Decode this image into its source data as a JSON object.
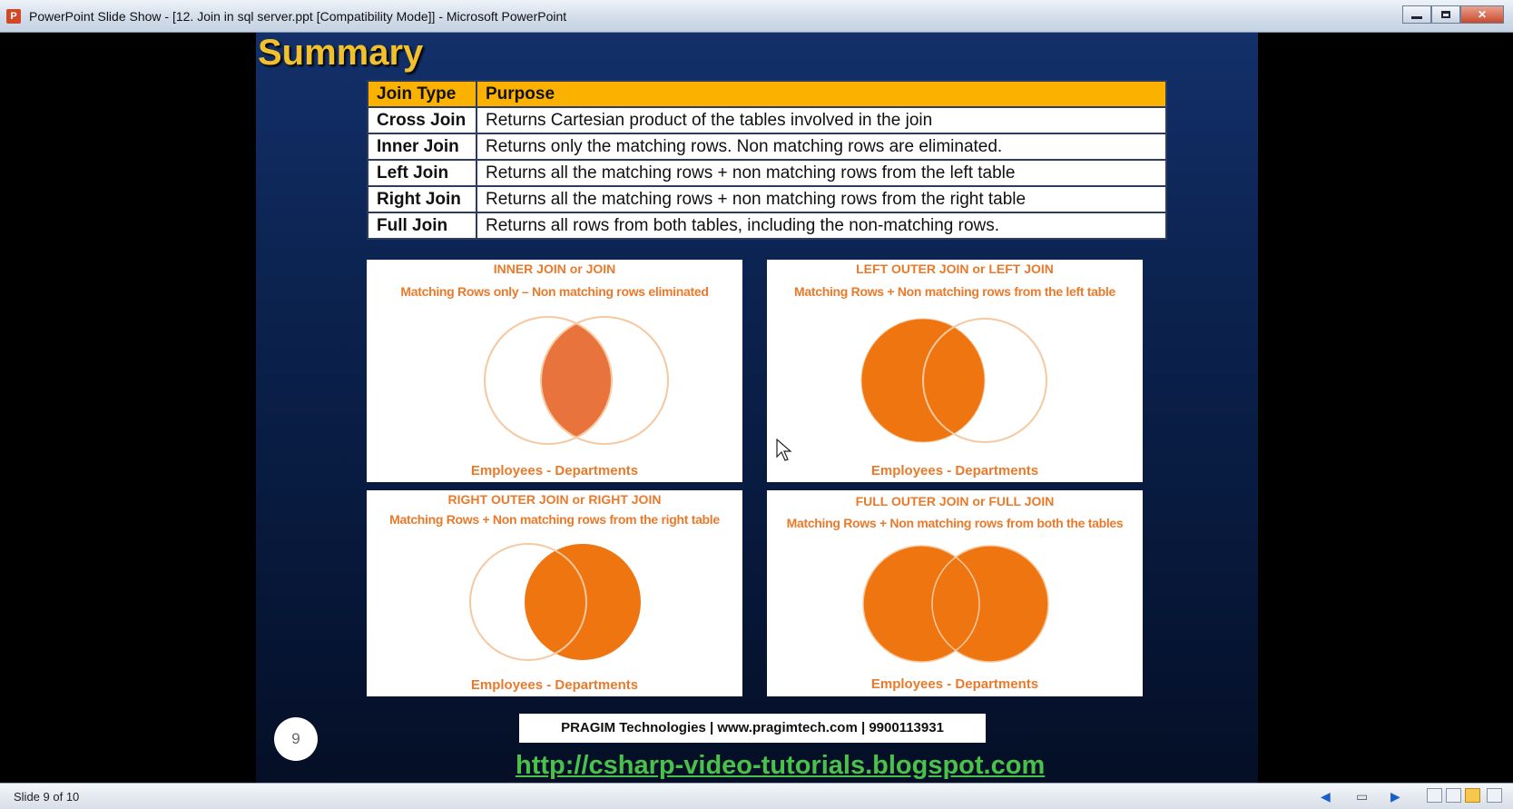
{
  "window": {
    "app_icon_letter": "P",
    "title": "PowerPoint Slide Show - [12. Join in sql server.ppt [Compatibility Mode]] - Microsoft PowerPoint"
  },
  "slide": {
    "title": "Summary",
    "table": {
      "headers": [
        "Join Type",
        "Purpose"
      ],
      "rows": [
        {
          "type": "Cross Join",
          "purpose": "Returns Cartesian  product of the tables involved in the join"
        },
        {
          "type": "Inner Join",
          "purpose": "Returns only the matching rows. Non matching rows are eliminated."
        },
        {
          "type": "Left Join",
          "purpose": "Returns all the matching rows + non matching rows from the left table"
        },
        {
          "type": "Right Join",
          "purpose": "Returns all the matching rows + non matching rows from the right table"
        },
        {
          "type": "Full Join",
          "purpose": "Returns all rows from both tables, including the non-matching rows."
        }
      ]
    },
    "panels": [
      {
        "title": "INNER JOIN or JOIN",
        "subtitle": "Matching Rows only – Non matching rows eliminated",
        "footer": "Employees - Departments",
        "fill": "intersection"
      },
      {
        "title": "LEFT OUTER JOIN or LEFT JOIN",
        "subtitle": "Matching Rows + Non matching rows from the left table",
        "footer": "Employees - Departments",
        "fill": "left"
      },
      {
        "title": "RIGHT OUTER JOIN or RIGHT JOIN",
        "subtitle": "Matching Rows + Non matching rows from the right table",
        "footer": "Employees - Departments",
        "fill": "right"
      },
      {
        "title": "FULL OUTER JOIN or FULL JOIN",
        "subtitle": "Matching Rows + Non matching rows from both the tables",
        "footer": "Employees - Departments",
        "fill": "full"
      }
    ],
    "slide_number": "9",
    "footer": "PRAGIM Technologies | www.pragimtech.com | 9900113931",
    "url": "http://csharp-video-tutorials.blogspot.com"
  },
  "statusbar": {
    "slide_info": "Slide 9 of 10"
  },
  "colors": {
    "title": "#f2c02b",
    "header": "#fbb100",
    "venn_fill": "#ef7510",
    "venn_inner": "#e8733d",
    "venn_outline": "#f6c8a0",
    "url": "#49c24a"
  }
}
